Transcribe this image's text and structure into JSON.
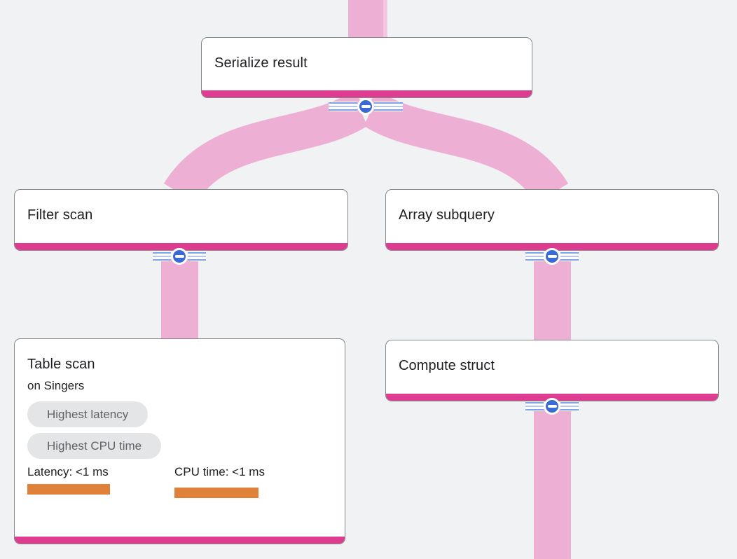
{
  "diagram": {
    "type": "query-execution-plan",
    "background_color": "#f0f2f3",
    "flow_color": "#edafd4",
    "flow_color_light": "#f3c7e1",
    "node_accent_color": "#de3c91",
    "collapse_button_color": "#3a6bd3",
    "metric_bar_color": "#e0813a",
    "nodes": [
      {
        "id": "serialize-result",
        "title": "Serialize result"
      },
      {
        "id": "filter-scan",
        "title": "Filter scan"
      },
      {
        "id": "array-subquery",
        "title": "Array subquery"
      },
      {
        "id": "table-scan",
        "title": "Table scan",
        "subtitle": "on Singers",
        "badges": [
          "Highest latency",
          "Highest CPU time"
        ],
        "metrics": [
          {
            "label": "Latency: <1 ms"
          },
          {
            "label": "CPU time: <1 ms"
          }
        ]
      },
      {
        "id": "compute-struct",
        "title": "Compute struct"
      }
    ],
    "edges": [
      {
        "from": "parent-offscreen",
        "to": "Serialize result"
      },
      {
        "from": "Serialize result",
        "to": "Filter scan"
      },
      {
        "from": "Serialize result",
        "to": "Array subquery"
      },
      {
        "from": "Filter scan",
        "to": "Table scan"
      },
      {
        "from": "Array subquery",
        "to": "Compute struct"
      },
      {
        "from": "Compute struct",
        "to": "child-offscreen"
      }
    ],
    "collapse_button_icon": "minus-icon"
  }
}
